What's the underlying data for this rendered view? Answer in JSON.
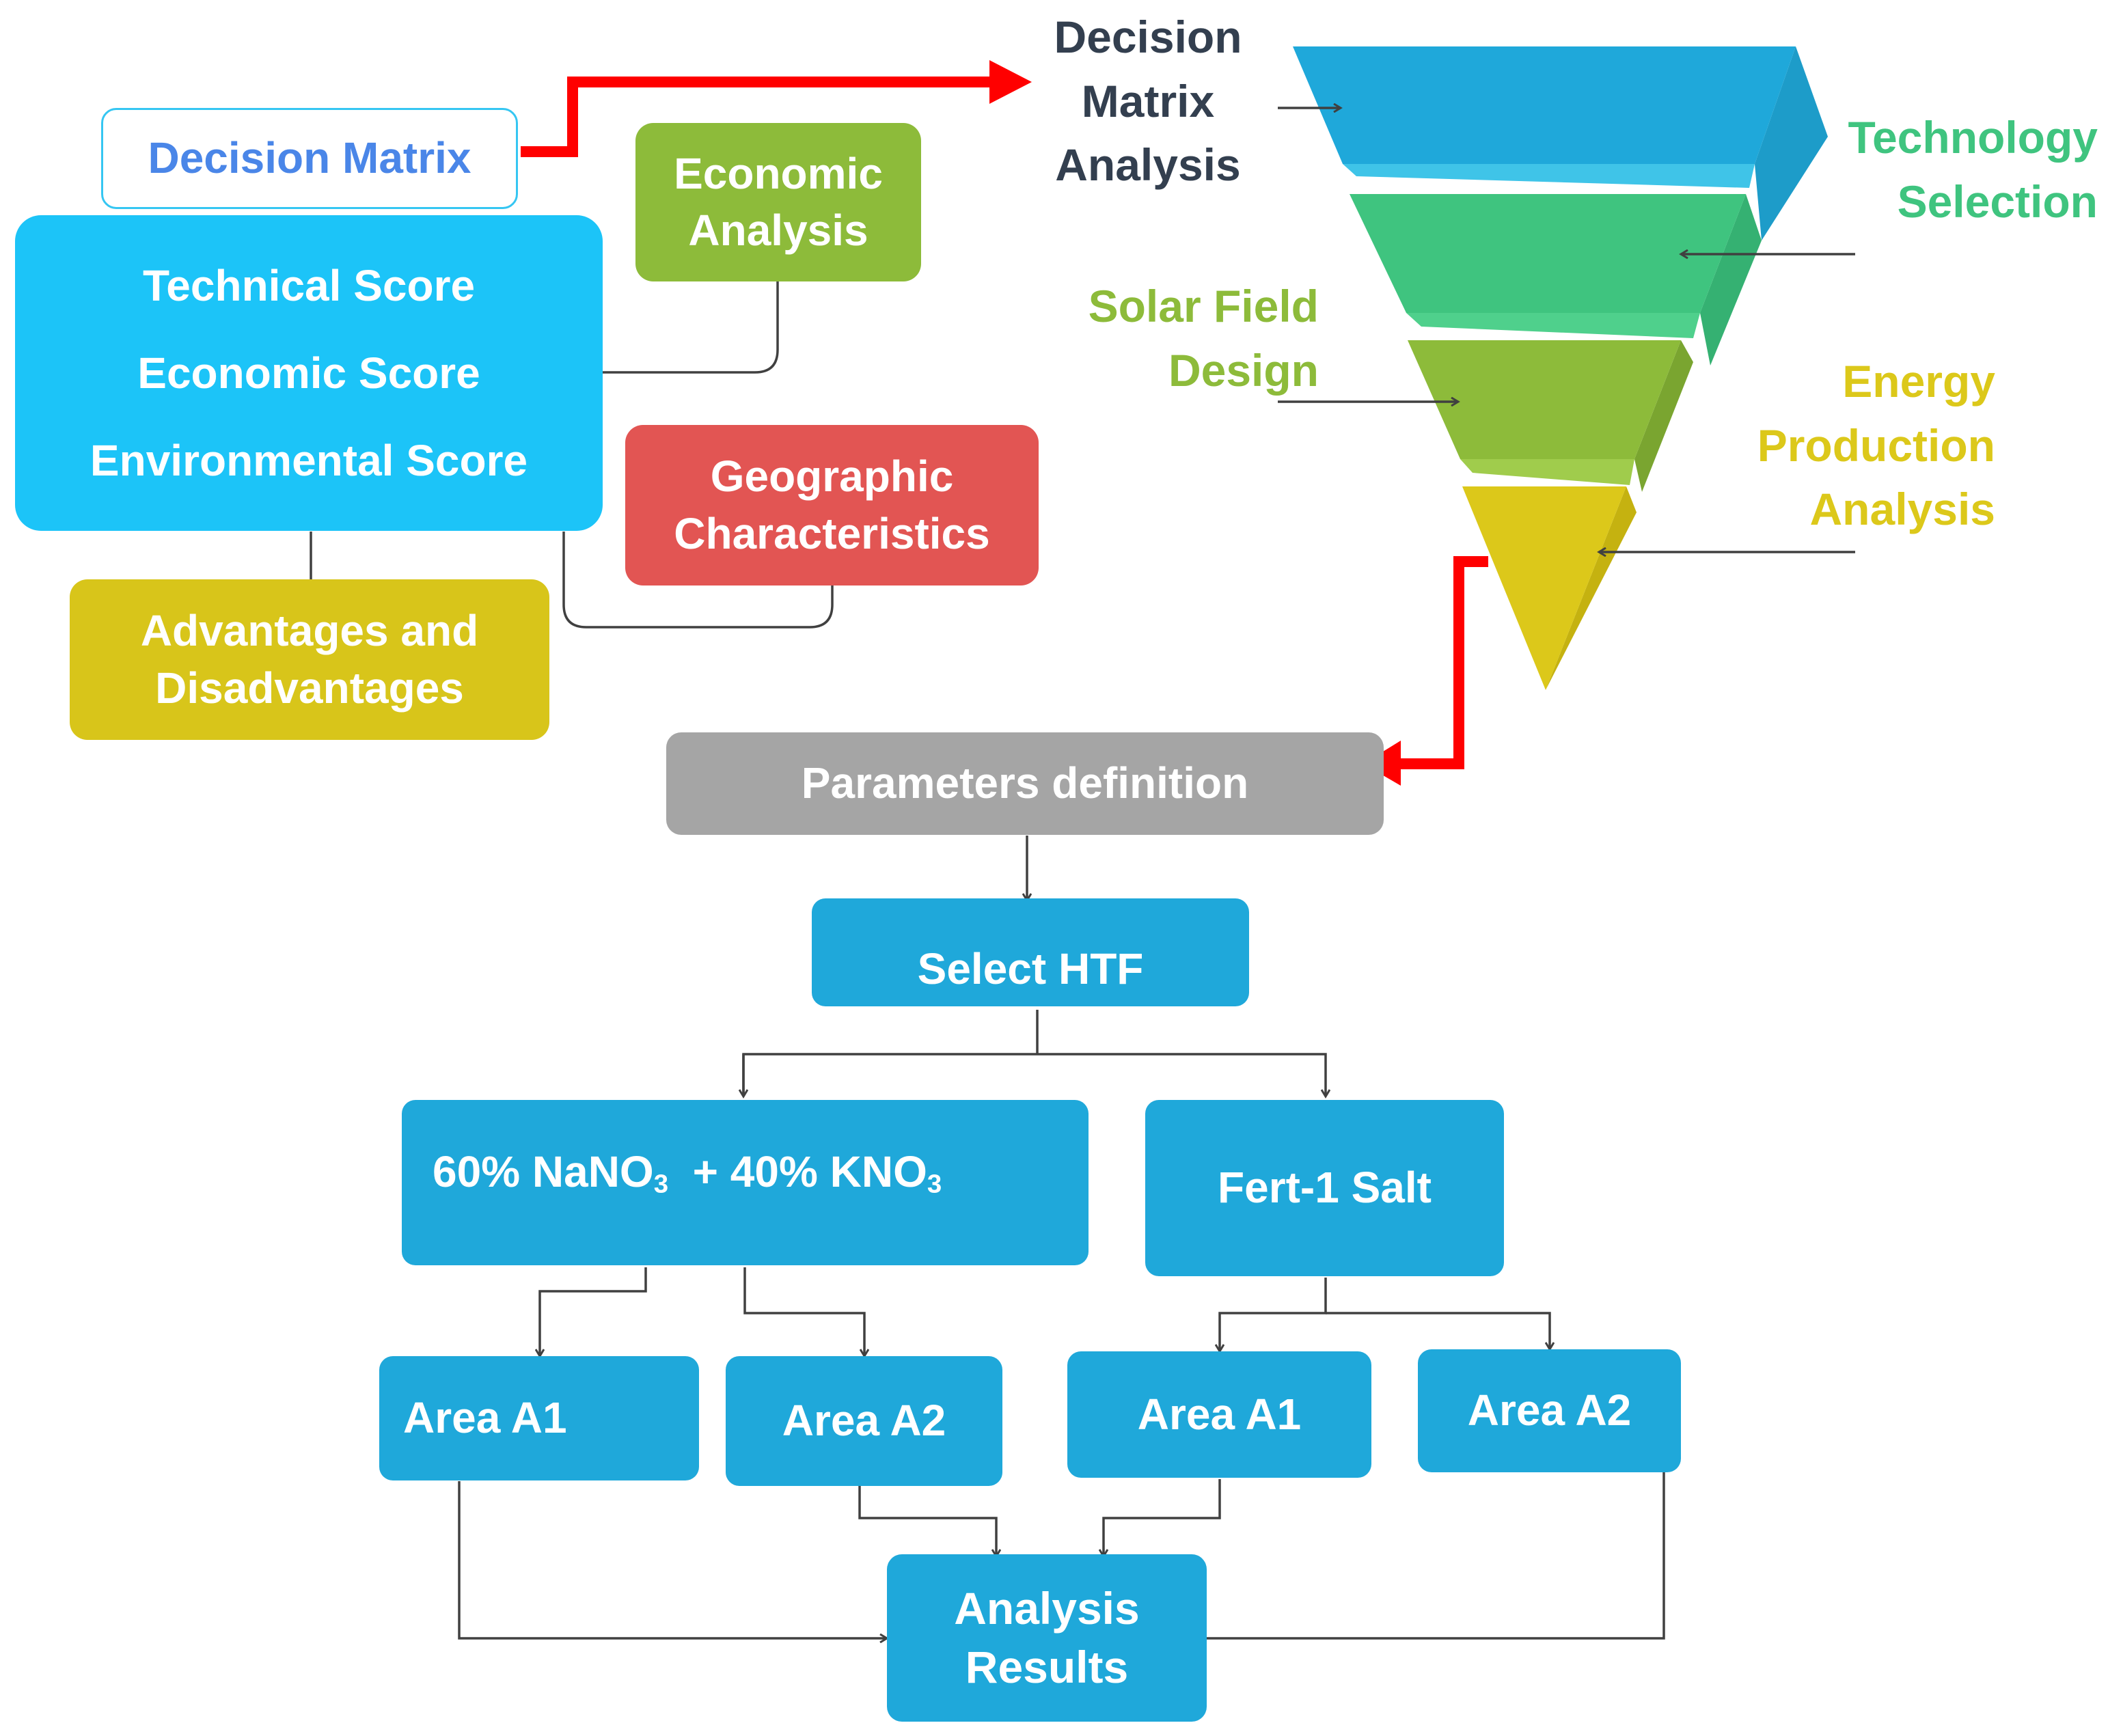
{
  "colors": {
    "blue": "#1fa8da",
    "sky": "#1cc4f8",
    "green": "#8dbb3a",
    "red": "#e25553",
    "yellow": "#d8c51a",
    "gray": "#a5a5a5",
    "funnel_blue": "#1fa8da",
    "funnel_green": "#3fc47f",
    "funnel_olive": "#8dbb3a",
    "funnel_yellow": "#dcc81a",
    "arrow_red": "#ff0000",
    "connector": "#404040"
  },
  "decision_matrix": {
    "label": "Decision Matrix"
  },
  "scores": {
    "items": [
      "Technical Score",
      "Economic Score",
      "Environmental Score"
    ]
  },
  "economic_analysis": {
    "lines": [
      "Economic",
      "Analysis"
    ]
  },
  "geographic_characteristics": {
    "lines": [
      "Geographic",
      "Characteristics"
    ]
  },
  "advantages": {
    "lines": [
      "Advantages and",
      "Disadvantages"
    ]
  },
  "funnel": {
    "stages": [
      {
        "lines": [
          "Decision",
          "Matrix",
          "Analysis"
        ]
      },
      {
        "lines": [
          "Technology",
          "Selection"
        ]
      },
      {
        "lines": [
          "Solar Field",
          "Design"
        ]
      },
      {
        "lines": [
          "Energy",
          "Production",
          "Analysis"
        ]
      }
    ]
  },
  "parameters": {
    "label": "Parameters definition"
  },
  "select_htf": {
    "label": "Select HTF"
  },
  "htf_options": {
    "salt_mix": {
      "part1": "60% NaNO",
      "sub1": "3",
      "part2": "+ 40% KNO",
      "sub2": "3"
    },
    "fert_salt": {
      "label": "Fert-1 Salt"
    }
  },
  "areas": [
    {
      "label": "Area A1"
    },
    {
      "label": "Area A2"
    },
    {
      "label": "Area A1"
    },
    {
      "label": "Area A2"
    }
  ],
  "results": {
    "lines": [
      "Analysis",
      "Results"
    ]
  }
}
